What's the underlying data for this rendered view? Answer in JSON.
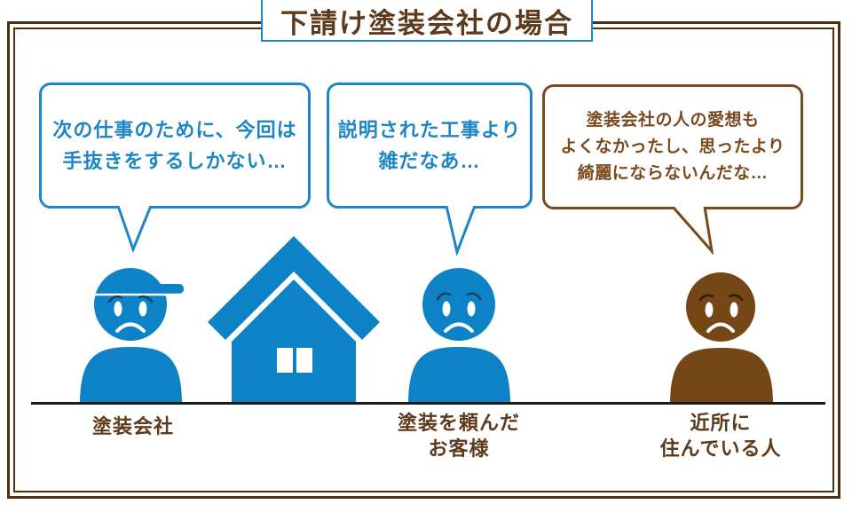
{
  "title": "下請け塗装会社の場合",
  "colors": {
    "figure_blue": "#0d82c6",
    "bubble_blue_border": "#1e86c4",
    "figure_brown": "#754716",
    "bubble_brown_border": "#7a4a1e",
    "heading_brown": "#5d3a1b",
    "frame_brown": "#4f2e10",
    "ground_line": "#191919"
  },
  "bubbles": [
    {
      "speaker": "painting-company",
      "text": "次の仕事のために、今回は\n手抜きをするしかない…"
    },
    {
      "speaker": "customer",
      "text": "説明された工事より\n雑だなあ…"
    },
    {
      "speaker": "neighbor",
      "text": "塗装会社の人の愛想も\nよくなかったし、思ったより\n綺麗にならないんだな…"
    }
  ],
  "figures": [
    {
      "id": "painting-company",
      "label": "塗装会社"
    },
    {
      "id": "customer",
      "label": "塗装を頼んだ\nお客様"
    },
    {
      "id": "neighbor",
      "label": "近所に\n住んでいる人"
    }
  ],
  "icons": [
    {
      "name": "worker-with-cap-figure",
      "color": "#0d82c6"
    },
    {
      "name": "house-icon",
      "color": "#0d82c6"
    },
    {
      "name": "customer-figure",
      "color": "#0d82c6"
    },
    {
      "name": "neighbor-figure",
      "color": "#754716"
    }
  ]
}
